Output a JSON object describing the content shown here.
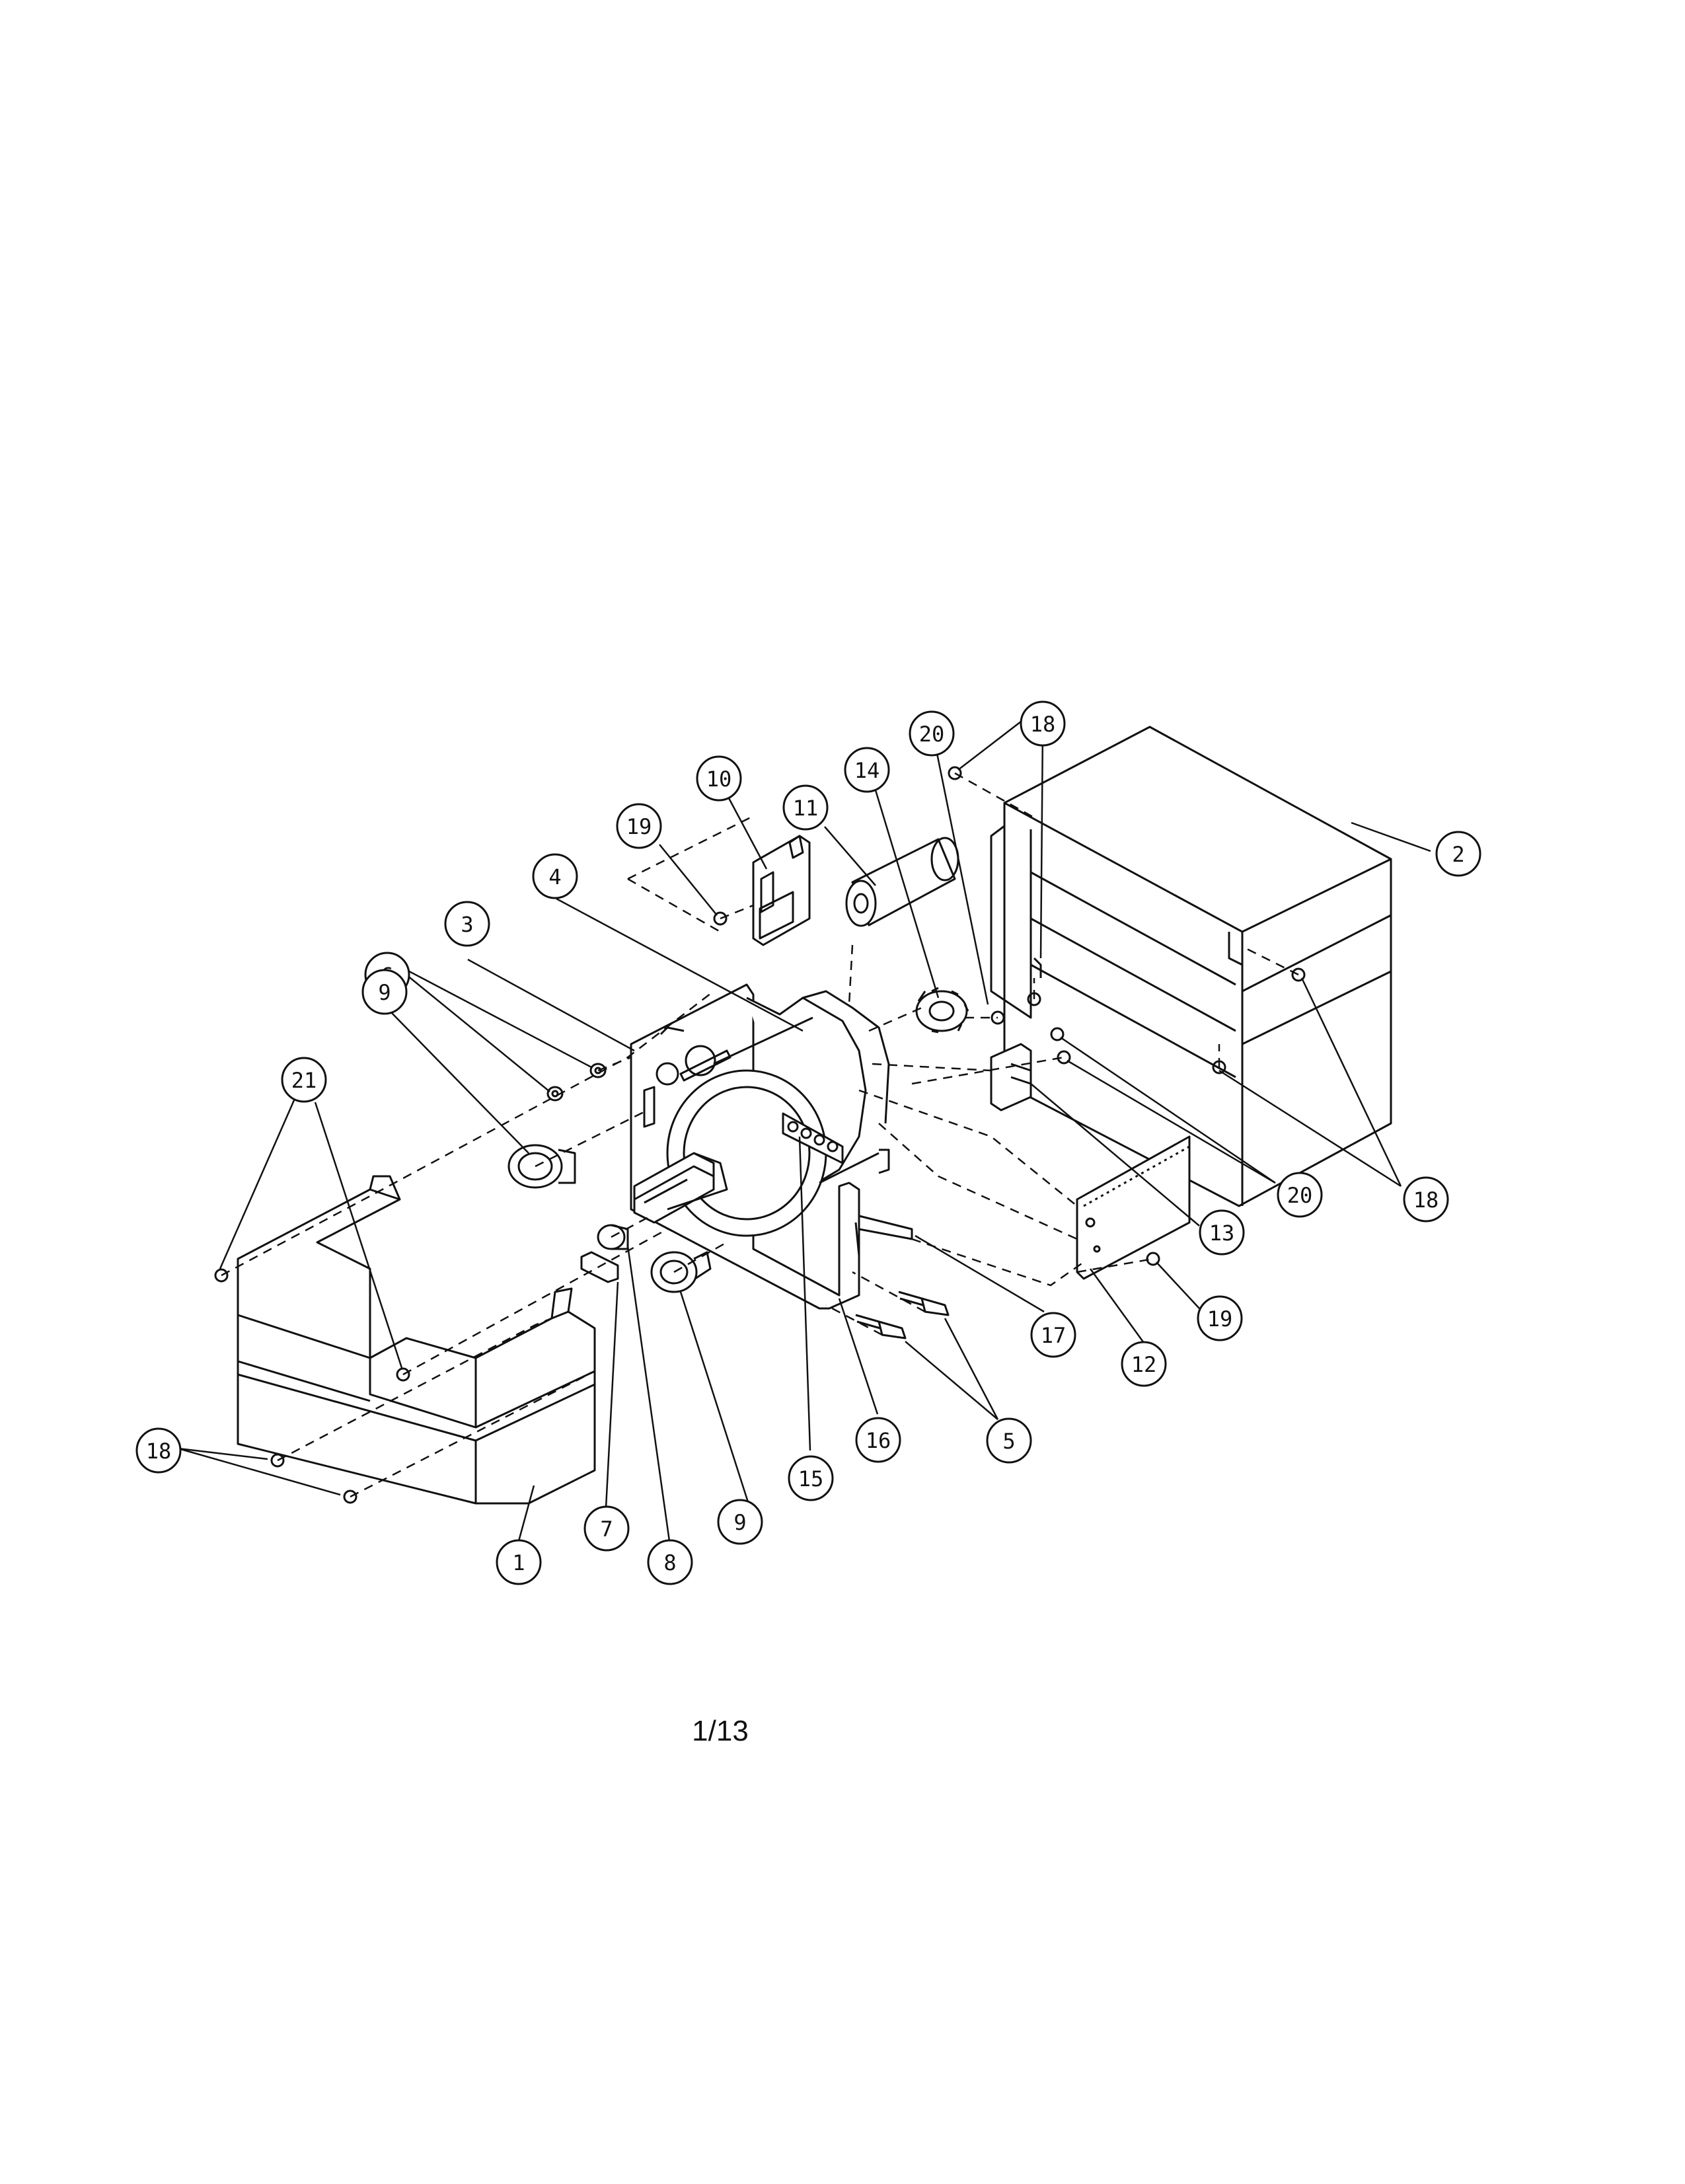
{
  "page": {
    "number": "1/13"
  },
  "callouts": [
    {
      "id": "c1",
      "label": "1"
    },
    {
      "id": "c2",
      "label": "2"
    },
    {
      "id": "c3",
      "label": "3"
    },
    {
      "id": "c4",
      "label": "4"
    },
    {
      "id": "c5",
      "label": "5"
    },
    {
      "id": "c6",
      "label": "6"
    },
    {
      "id": "c7",
      "label": "7"
    },
    {
      "id": "c8",
      "label": "8"
    },
    {
      "id": "c9a",
      "label": "9"
    },
    {
      "id": "c9b",
      "label": "9"
    },
    {
      "id": "c10",
      "label": "10"
    },
    {
      "id": "c11",
      "label": "11"
    },
    {
      "id": "c12",
      "label": "12"
    },
    {
      "id": "c13",
      "label": "13"
    },
    {
      "id": "c14",
      "label": "14"
    },
    {
      "id": "c15",
      "label": "15"
    },
    {
      "id": "c16",
      "label": "16"
    },
    {
      "id": "c17",
      "label": "17"
    },
    {
      "id": "c18a",
      "label": "18"
    },
    {
      "id": "c18b",
      "label": "18"
    },
    {
      "id": "c18c",
      "label": "18"
    },
    {
      "id": "c19a",
      "label": "19"
    },
    {
      "id": "c19b",
      "label": "19"
    },
    {
      "id": "c20a",
      "label": "20"
    },
    {
      "id": "c20b",
      "label": "20"
    },
    {
      "id": "c21",
      "label": "21"
    }
  ]
}
